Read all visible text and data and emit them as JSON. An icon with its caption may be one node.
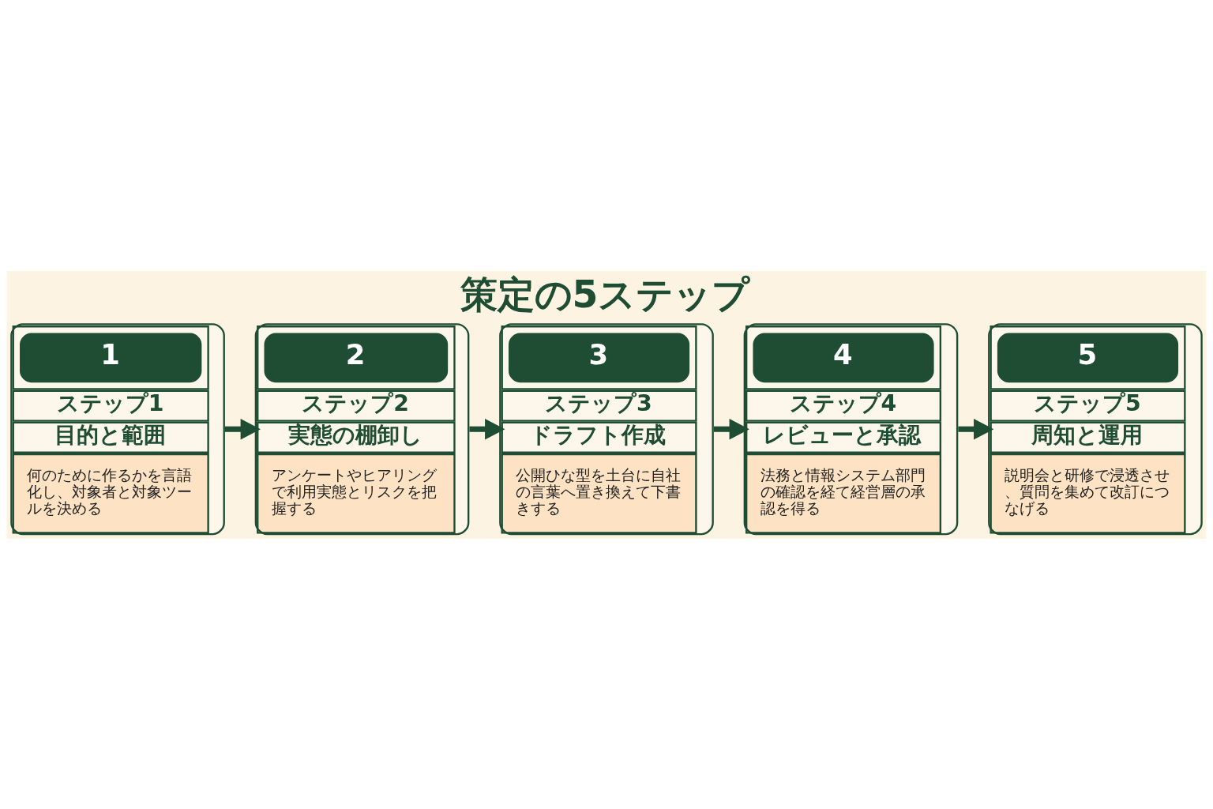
{
  "diagram": {
    "title": "策定の5ステップ",
    "nodes": [
      {
        "text": [
          "1",
          "ステップ1",
          "目的と範囲",
          "何のために作るかを言語化し、対象者と対象ツールを決める"
        ]
      },
      {
        "text": [
          "2",
          "ステップ2",
          "実態の棚卸し",
          "アンケートやヒアリングで利用実態とリスクを把握する"
        ]
      },
      {
        "text": [
          "3",
          "ステップ3",
          "ドラフト作成",
          "公開ひな型を土台に自社の言葉へ置き換えて下書きする"
        ]
      },
      {
        "text": [
          "4",
          "ステップ4",
          "レビューと承認",
          "法務と情報システム部門の確認を経て経営層の承認を得る"
        ]
      },
      {
        "text": [
          "5",
          "ステップ5",
          "周知と運用",
          "説明会と研修で浸透させ、質問を集めて改訂につなげる"
        ]
      }
    ],
    "edges": [
      {
        "from": 0,
        "to": 1,
        "arrow": "to"
      },
      {
        "from": 1,
        "to": 2,
        "arrow": "to"
      },
      {
        "from": 2,
        "to": 3,
        "arrow": "to"
      },
      {
        "from": 3,
        "to": 4,
        "arrow": "to"
      }
    ]
  }
}
